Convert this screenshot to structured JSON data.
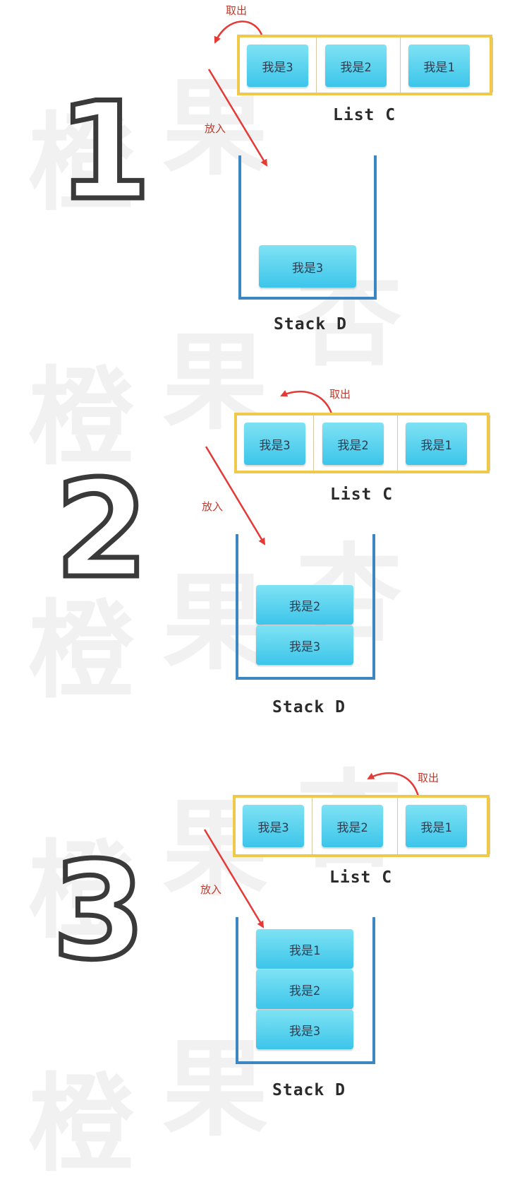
{
  "watermark": [
    "橙",
    "果",
    "杏"
  ],
  "steps": [
    {
      "number": "1",
      "list": {
        "items": [
          "我是3",
          "我是2",
          "我是1"
        ],
        "label": "List C"
      },
      "take_label": "取出",
      "put_label": "放入",
      "stack": {
        "items": [
          "我是3"
        ],
        "label": "Stack D"
      }
    },
    {
      "number": "2",
      "list": {
        "items": [
          "我是3",
          "我是2",
          "我是1"
        ],
        "label": "List C"
      },
      "take_label": "取出",
      "put_label": "放入",
      "stack": {
        "items": [
          "我是2",
          "我是3"
        ],
        "label": "Stack D"
      }
    },
    {
      "number": "3",
      "list": {
        "items": [
          "我是3",
          "我是2",
          "我是1"
        ],
        "label": "List C"
      },
      "take_label": "取出",
      "put_label": "放入",
      "stack": {
        "items": [
          "我是1",
          "我是2",
          "我是3"
        ],
        "label": "Stack D"
      }
    }
  ],
  "colors": {
    "list_border": "#f0c84a",
    "card_top": "#7fe2f4",
    "card_bottom": "#3cc5ea",
    "stack_border": "#3d86c4",
    "arrow": "#e53935",
    "number_stroke": "#3a3a3a"
  }
}
